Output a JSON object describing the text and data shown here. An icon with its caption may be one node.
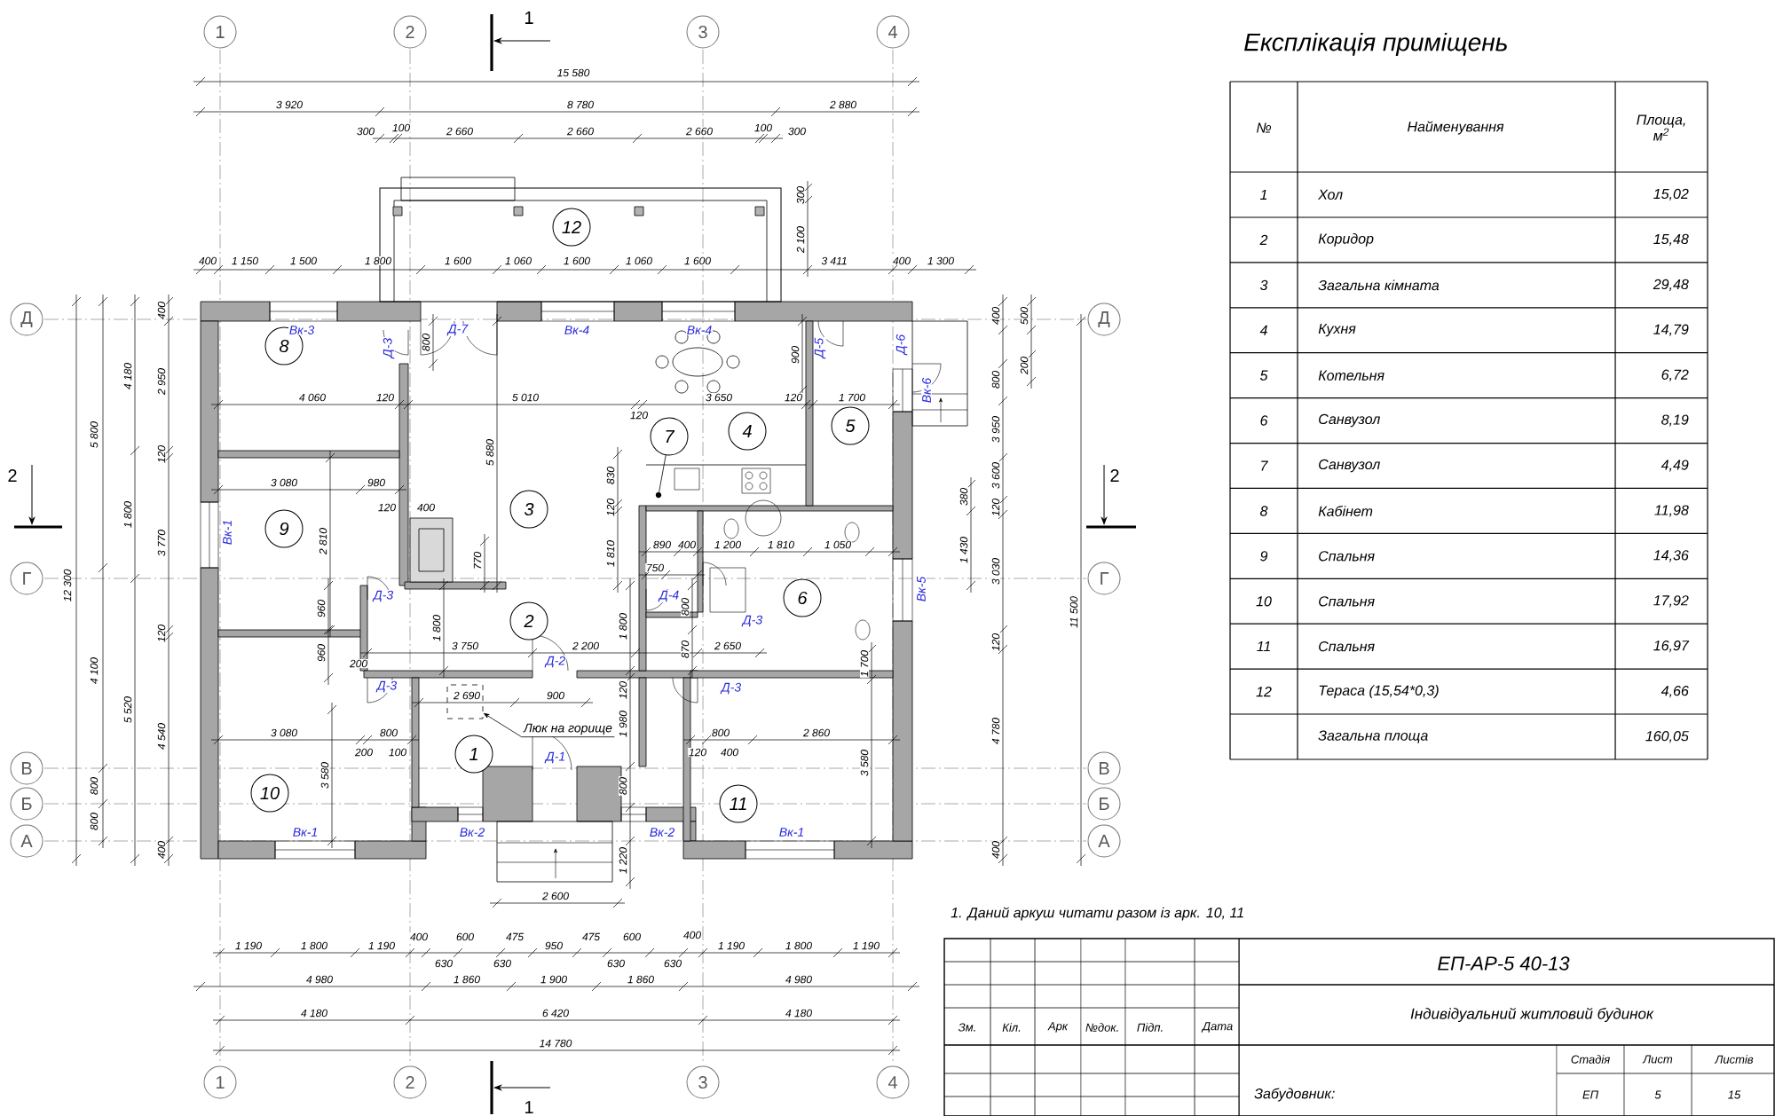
{
  "diagram": {
    "nodes": [
      {
        "text": [
          "1"
        ]
      },
      {
        "text": [
          "2"
        ]
      },
      {
        "text": [
          "3"
        ]
      },
      {
        "text": [
          "4"
        ]
      },
      {
        "text": [
          "12"
        ]
      },
      {
        "text": [
          "8"
        ]
      },
      {
        "text": [
          "7"
        ]
      },
      {
        "text": [
          "4"
        ]
      },
      {
        "text": [
          "5"
        ]
      },
      {
        "text": [
          "3"
        ]
      },
      {
        "text": [
          "9"
        ]
      },
      {
        "text": [
          "6"
        ]
      },
      {
        "text": [
          "2"
        ]
      },
      {
        "text": [
          "1"
        ]
      },
      {
        "text": [
          "10"
        ]
      },
      {
        "text": [
          "11"
        ]
      },
      {
        "text": [
          "Д"
        ]
      },
      {
        "text": [
          "Г"
        ]
      },
      {
        "text": [
          "В"
        ]
      },
      {
        "text": [
          "Б"
        ]
      },
      {
        "text": [
          "А"
        ]
      },
      {
        "text": [
          "Д"
        ]
      },
      {
        "text": [
          "Г"
        ]
      },
      {
        "text": [
          "В"
        ]
      },
      {
        "text": [
          "Б"
        ]
      },
      {
        "text": [
          "А"
        ]
      },
      {
        "text": [
          "1"
        ]
      },
      {
        "text": [
          "2"
        ]
      },
      {
        "text": [
          "3"
        ]
      },
      {
        "text": [
          "4"
        ]
      },
      {
        "text": [
          "Люк на горище"
        ]
      },
      {
        "text": [],
        "shape": "box"
      },
      {
        "text": [],
        "shape": "dot"
      }
    ],
    "edges": [
      {
        "from": 6,
        "to": 32,
        "arrow": "none"
      },
      {
        "from": 30,
        "to": 31,
        "arrow": "to"
      }
    ],
    "labels": [
      "1",
      "15 580",
      "3 920",
      "8 780",
      "2 880",
      "300",
      "100",
      "2 660",
      "2 660",
      "2 660",
      "100",
      "300",
      "300",
      "2 100",
      "400",
      "1 150",
      "1 500",
      "1 800",
      "1 600",
      "1 060",
      "1 600",
      "1 060",
      "1 600",
      "3 411",
      "400",
      "1 300",
      "2",
      "400",
      "5 800",
      "4 180",
      "2 950",
      "120",
      "1 800",
      "3 770",
      "12 300",
      "4 100",
      "5 520",
      "120",
      "4 540",
      "800",
      "800",
      "400",
      "Вк-3",
      "Д-7",
      "Вк-4",
      "Вк-4",
      "Д-3",
      "800",
      "900",
      "Д-5",
      "Д-6",
      "Вк-6",
      "4 060",
      "120",
      "5 010",
      "120",
      "3 650",
      "120",
      "1 700",
      "5 880",
      "3 080",
      "980",
      "2 810",
      "120",
      "400",
      "830",
      "120",
      "1 810",
      "Вк-1",
      "890",
      "400",
      "1 200",
      "1 810",
      "1 050",
      "770",
      "750",
      "380",
      "1 430",
      "Д-3",
      "Д-4",
      "Вк-5",
      "Д-3",
      "400",
      "500",
      "200",
      "800",
      "3 950",
      "3 600",
      "120",
      "3 030",
      "120",
      "11 500",
      "4 780",
      "400",
      "960",
      "960",
      "1 800",
      "3 750",
      "2 200",
      "1 800",
      "800",
      "870",
      "2 650",
      "200",
      "Д-3",
      "Д-2",
      "Д-3",
      "1 700",
      "2 690",
      "900",
      "120",
      "1 980",
      "3 080",
      "800",
      "200",
      "100",
      "3 580",
      "800",
      "2 860",
      "120",
      "400",
      "3 580",
      "Д-1",
      "800",
      "Вк-1",
      "Вк-2",
      "Вк-2",
      "Вк-1",
      "1 220",
      "2 600",
      "1 190",
      "1 800",
      "1 190",
      "400",
      "600",
      "475",
      "950",
      "475",
      "600",
      "400",
      "1 190",
      "1 800",
      "1 190",
      "630",
      "630",
      "630",
      "630",
      "4 980",
      "1 860",
      "1 900",
      "1 860",
      "4 980",
      "4 180",
      "6 420",
      "4 180",
      "14 780",
      "1",
      "2",
      "Експлікація приміщень",
      "№",
      "Найменування",
      "Площа, м$^{2}$",
      "1",
      "Хол",
      "15,02",
      "2",
      "Коридор",
      "15,48",
      "3",
      "Загальна кімната",
      "29,48",
      "4",
      "Кухня",
      "14,79",
      "5",
      "Котельня",
      "6,72",
      "6",
      "Санвузол",
      "8,19",
      "7",
      "Санвузол",
      "4,49",
      "8",
      "Кабінет",
      "11,98",
      "9",
      "Спальня",
      "14,36",
      "10",
      "Спальня",
      "17,92",
      "11",
      "Спальня",
      "16,97",
      "12",
      "Тераса  (15,54*0,3)",
      "4,66",
      "Загальна площа",
      "160,05",
      "1. Даний аркуш читати разом із арк. 10, 11",
      "ЕП-АР-5 40-13",
      "Зм.",
      "Кіл.",
      "Арк",
      "№док.",
      "Підп.",
      "Дата",
      "Індивідуальний житловий будинок",
      "Забудовник:",
      "Стадія",
      "Лист",
      "Листів",
      "ЕП",
      "5",
      "15"
    ]
  }
}
